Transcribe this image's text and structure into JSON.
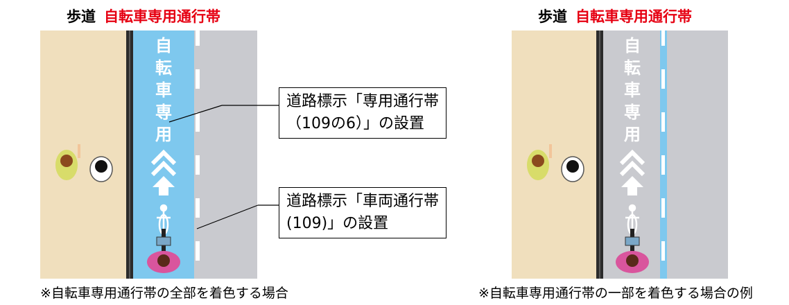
{
  "left_panel": {
    "header_sidewalk": "歩道",
    "header_bikelane": "自転車専用通行帯",
    "lane_marking_chars": [
      "自",
      "転",
      "車",
      "専",
      "用"
    ],
    "note": "※自転車専用通行帯の全部を着色する場合"
  },
  "right_panel": {
    "header_sidewalk": "歩道",
    "header_bikelane": "自転車専用通行帯",
    "lane_marking_chars": [
      "自",
      "転",
      "車",
      "専",
      "用"
    ],
    "note": "※自転車専用通行帯の一部を着色する場合の例"
  },
  "callout_1": {
    "line1": "道路標示「専用通行帯",
    "line2": "（109の6）」の設置"
  },
  "callout_2": {
    "line1": "道路標示「車両通行帯",
    "line2": "(109)」の設置"
  },
  "colors": {
    "sidewalk": "#f0dfbd",
    "bike_lane": "#7ec8ee",
    "road": "#c9cacf",
    "curb": "#2b2b2b",
    "header_accent": "#e60012"
  }
}
